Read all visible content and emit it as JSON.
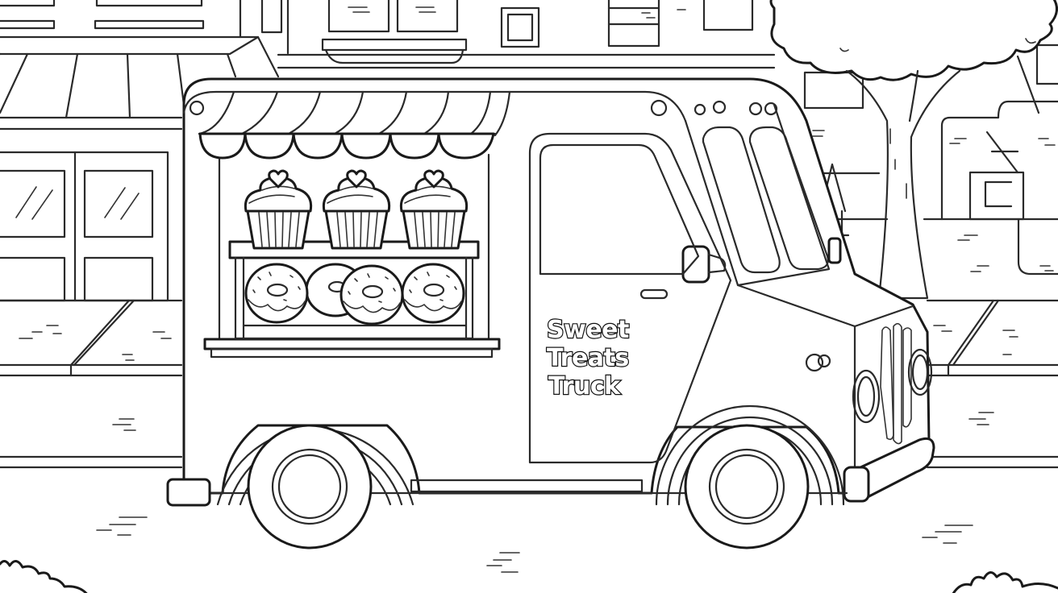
{
  "illustration": {
    "type": "coloring-page line art",
    "subject": "food truck on a street",
    "truck_sign": {
      "line1": "Sweet",
      "line2": "Treats",
      "line3": "Truck"
    },
    "display_case": {
      "top_shelf_items": [
        "cupcake",
        "cupcake",
        "cupcake"
      ],
      "bottom_shelf_items": [
        "donut",
        "donut",
        "donut",
        "donut"
      ]
    },
    "colors": {
      "line": "#1a1a1a",
      "background": "#ffffff"
    }
  }
}
